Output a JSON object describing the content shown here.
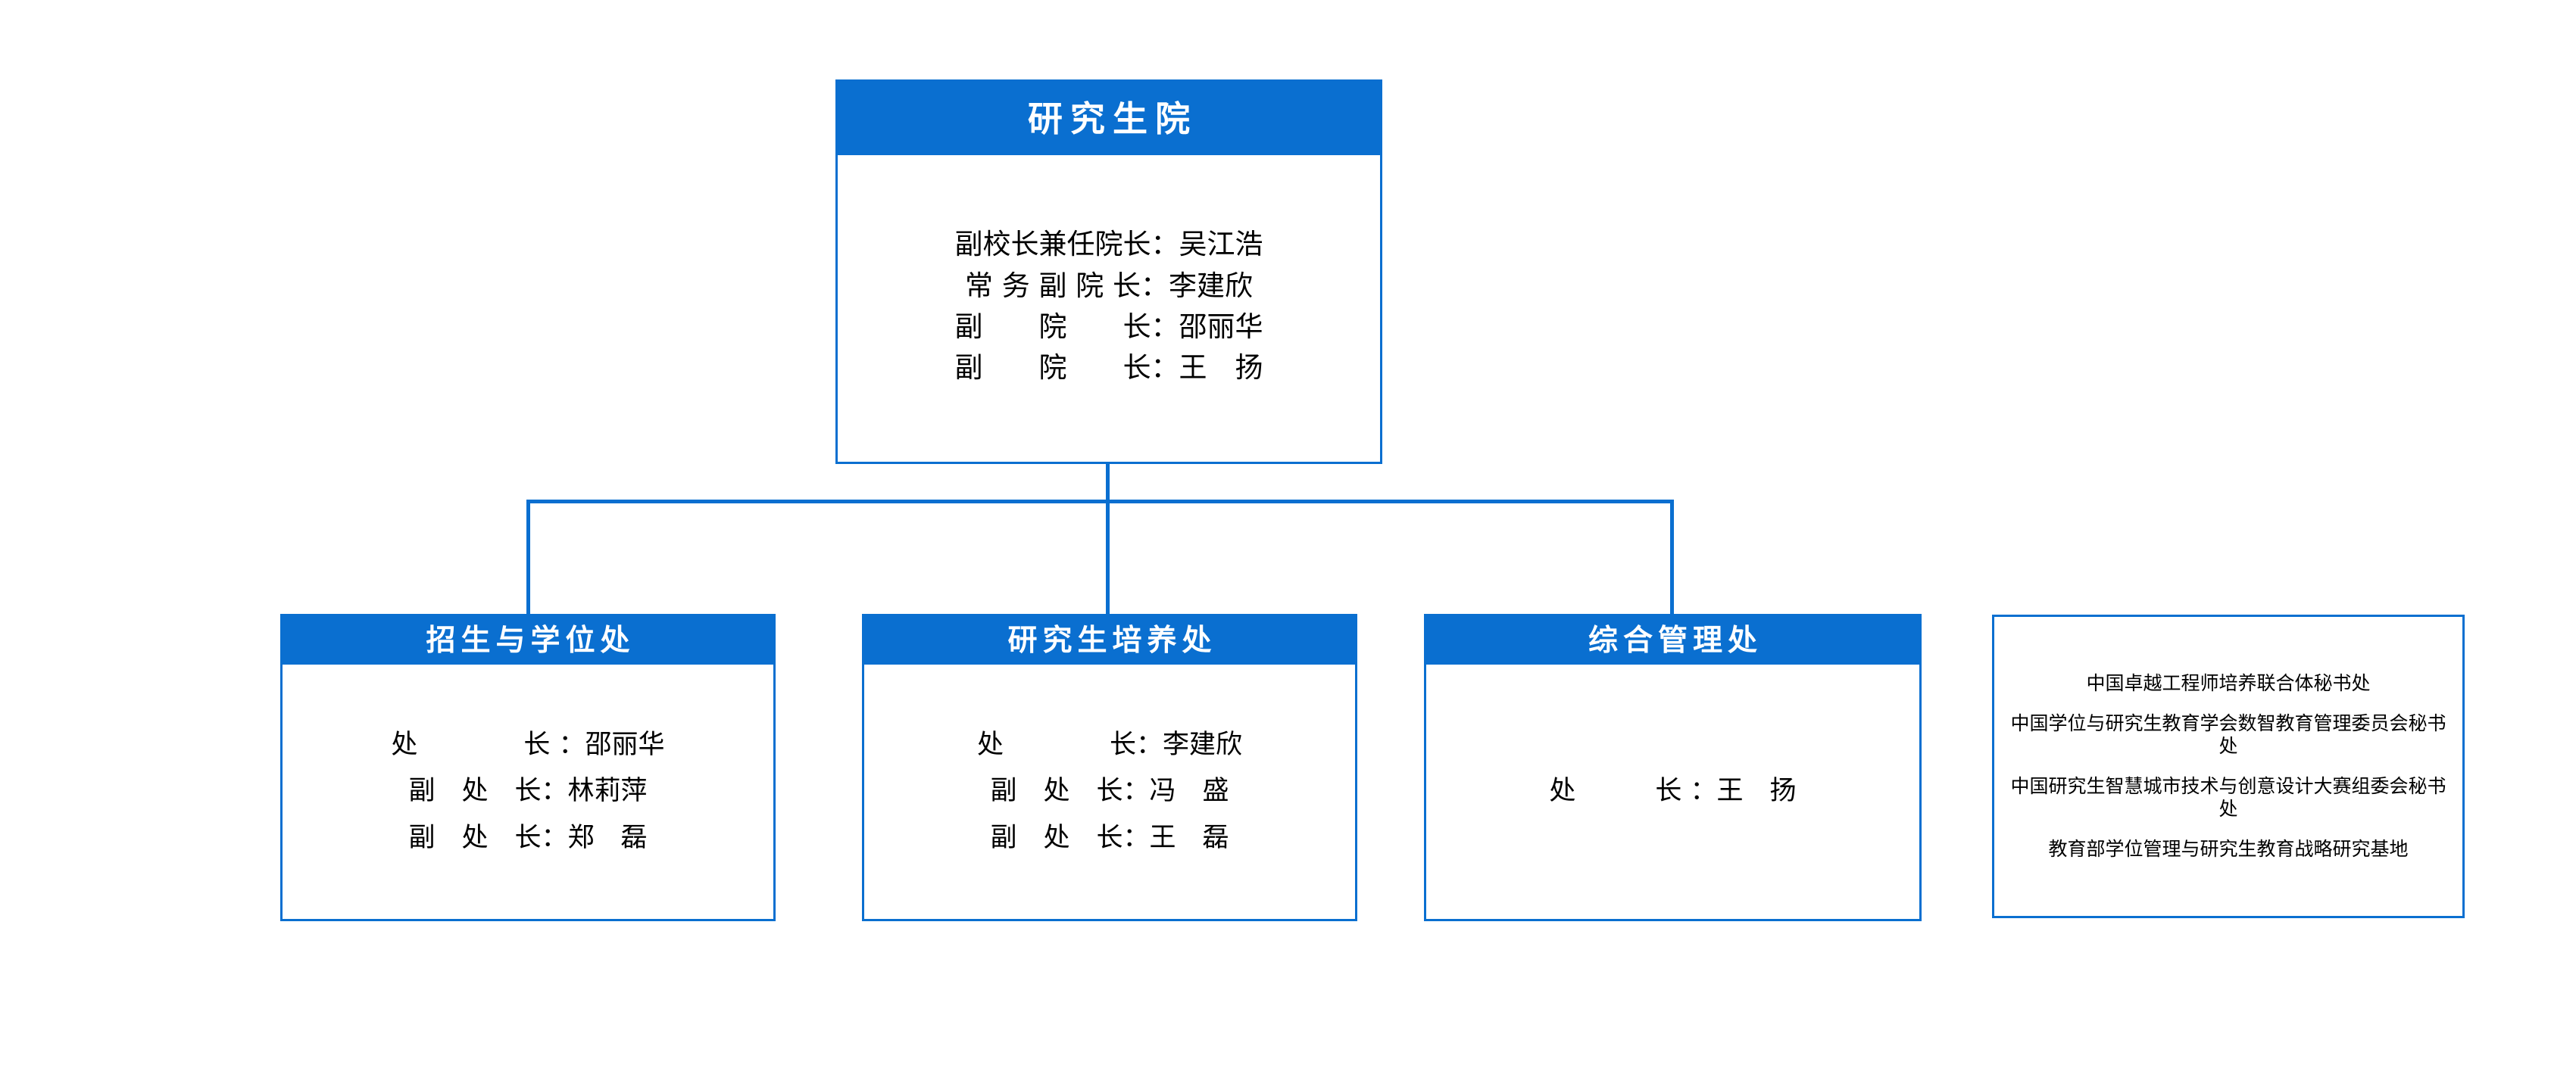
{
  "theme": {
    "accent": "#0a6fd0",
    "header_text": "#ffffff",
    "body_text": "#000000",
    "background": "#ffffff"
  },
  "root": {
    "title": "研究生院",
    "lines": [
      "副校长兼任院长：吴江浩",
      "常 务 副 院 长：李建欣",
      "副　　院　　长：邵丽华",
      "副　　院　　长：王　扬"
    ]
  },
  "departments": [
    {
      "title": "招生与学位处",
      "lines": [
        "处　　　　长 ：邵丽华",
        "副　处　长：林莉萍",
        "副　处　长：郑　磊"
      ]
    },
    {
      "title": "研究生培养处",
      "lines": [
        "处　　　　长：李建欣",
        "副　处　长：冯　盛",
        "副　处　长：王　磊"
      ]
    },
    {
      "title": "综合管理处",
      "lines": [
        "处　　　长 ：王　扬"
      ]
    }
  ],
  "side_panel": {
    "items": [
      "中国卓越工程师培养联合体秘书处",
      "中国学位与研究生教育学会数智教育管理委员会秘书处",
      "中国研究生智慧城市技术与创意设计大赛组委会秘书处",
      "教育部学位管理与研究生教育战略研究基地"
    ]
  }
}
